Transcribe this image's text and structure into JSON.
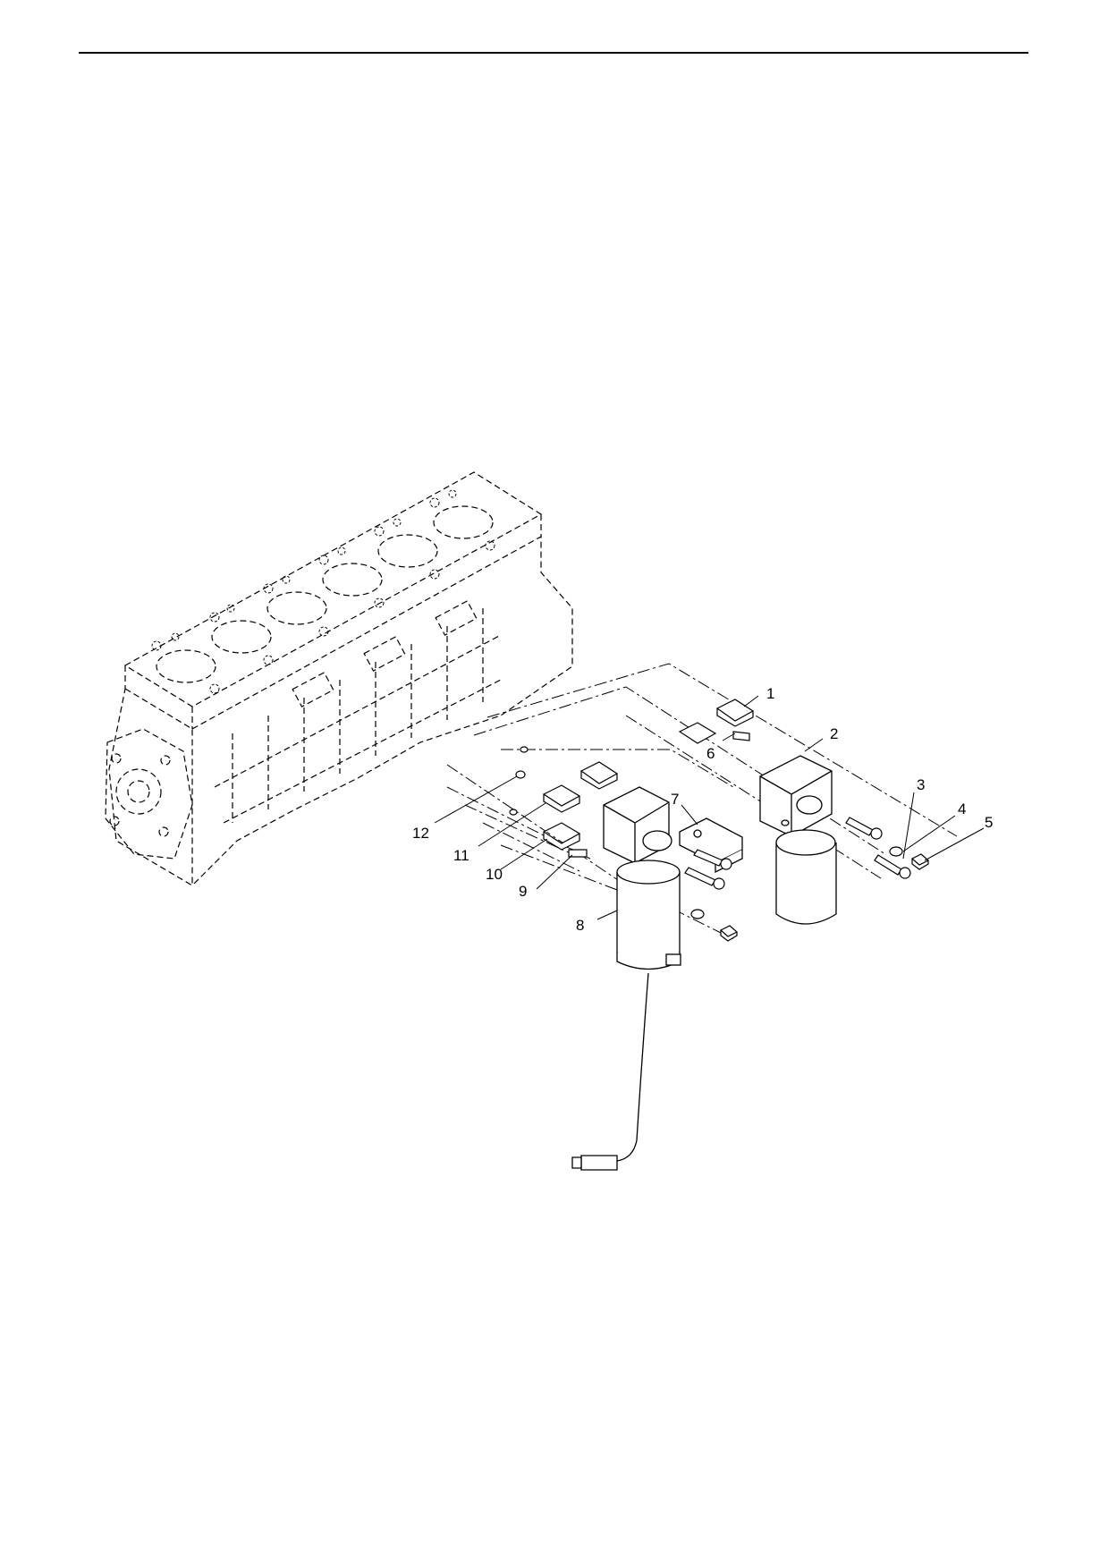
{
  "figure": {
    "callouts": [
      {
        "id": "1",
        "label": "1"
      },
      {
        "id": "2",
        "label": "2"
      },
      {
        "id": "3",
        "label": "3"
      },
      {
        "id": "4",
        "label": "4"
      },
      {
        "id": "5",
        "label": "5"
      },
      {
        "id": "6",
        "label": "6"
      },
      {
        "id": "7",
        "label": "7"
      },
      {
        "id": "8",
        "label": "8"
      },
      {
        "id": "9",
        "label": "9"
      },
      {
        "id": "10",
        "label": "10"
      },
      {
        "id": "11",
        "label": "11"
      },
      {
        "id": "12",
        "label": "12"
      }
    ]
  },
  "colors": {
    "line": "#000000",
    "background": "#ffffff",
    "part_fill": "#ffffff"
  }
}
